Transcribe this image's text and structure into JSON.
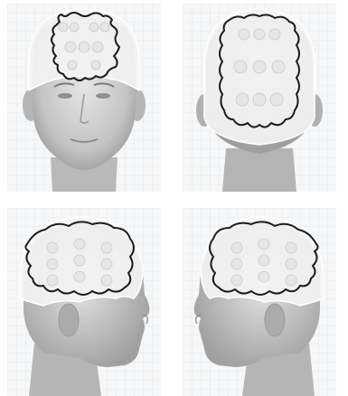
{
  "figure": {
    "panels": [
      {
        "view": "front"
      },
      {
        "view": "back"
      },
      {
        "view": "left-side"
      },
      {
        "view": "right-side"
      }
    ]
  },
  "colors": {
    "grid_line": "#d9dde2",
    "grid_bg": "#f6f7f8",
    "skin_light": "#e4e4e4",
    "skin_mid": "#bfbfbf",
    "skin_dark": "#8c8c8c",
    "cap_fill": "#f3f3f3",
    "cap_edge": "#ffffff",
    "outline": "#1c1c1c",
    "electrode": "#e6e6e6",
    "electrode_ring": "#c9c9c9"
  }
}
